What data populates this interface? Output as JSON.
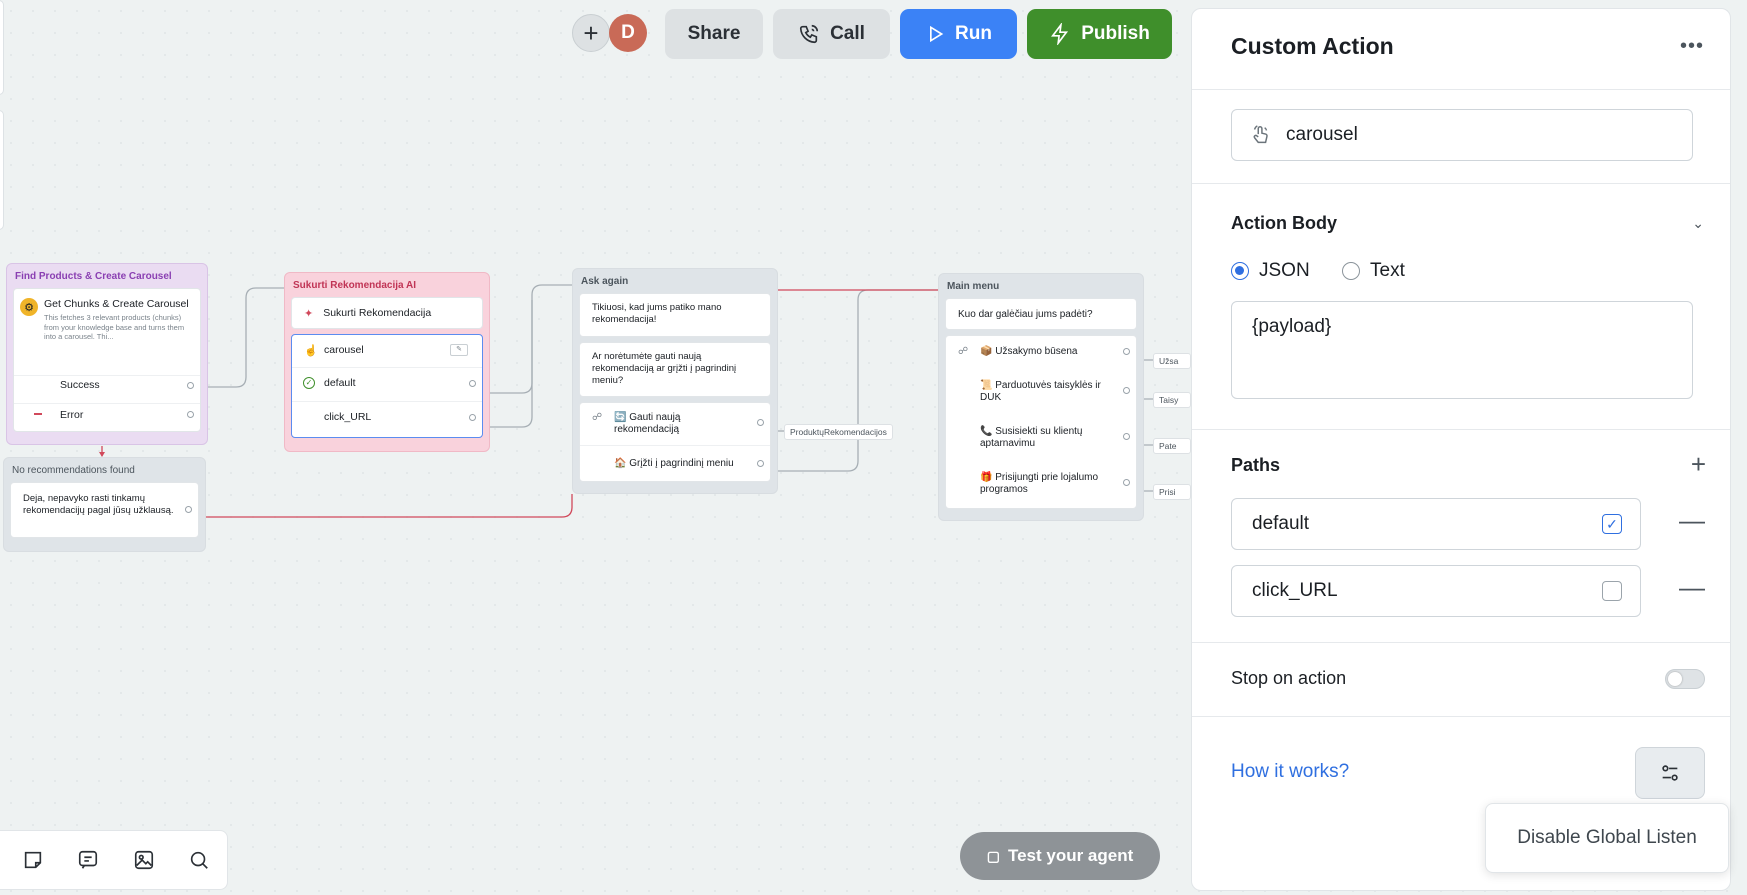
{
  "topbar": {
    "add_label": "+",
    "avatar_initial": "D",
    "share_label": "Share",
    "call_label": "Call",
    "run_label": "Run",
    "publish_label": "Publish"
  },
  "canvas": {
    "find_products": {
      "title": "Find Products & Create Carousel",
      "step_title": "Get Chunks & Create Carousel",
      "step_desc": "This fetches 3 relevant products (chunks) from your knowledge base and turns them into a carousel. Thi...",
      "success_label": "Success",
      "error_label": "Error"
    },
    "sukurti": {
      "title": "Sukurti Rekomendacija AI",
      "step_label": "Sukurti Rekomendacija",
      "carousel_label": "carousel",
      "default_label": "default",
      "click_url_label": "click_URL"
    },
    "ask_again": {
      "title": "Ask again",
      "msg1": "Tikiuosi, kad jums patiko mano rekomendacija!",
      "msg2": "Ar norėtumėte gauti naują rekomendaciją ar grįžti į pagrindinį meniu?",
      "choice1": "🔄 Gauti naują rekomendaciją",
      "choice2": "🏠 Grįžti į pagrindinį meniu",
      "tag": "ProduktųRekomendacijos"
    },
    "main_menu": {
      "title": "Main menu",
      "msg": "Kuo dar galėčiau jums padėti?",
      "choice1": "📦 Užsakymo būsena",
      "choice2": "📜 Parduotuvės taisyklės ir DUK",
      "choice3": "📞 Susisiekti su klientų aptarnavimu",
      "choice4": "🎁 Prisijungti prie lojalumo programos",
      "tag1": "Užsa",
      "tag2": "Taisy",
      "tag3": "Pate",
      "tag4": "Prisi"
    },
    "no_recs": {
      "title": "No recommendations found",
      "msg": "Deja, nepavyko rasti tinkamų rekomendacijų pagal jūsų užklausą."
    },
    "test_agent_label": "Test your agent"
  },
  "panel": {
    "title": "Custom Action",
    "action_name": "carousel",
    "action_body_label": "Action Body",
    "json_label": "JSON",
    "text_label": "Text",
    "body_value": "{payload}",
    "paths_label": "Paths",
    "paths": [
      {
        "name": "default",
        "checked": true
      },
      {
        "name": "click_URL",
        "checked": false
      }
    ],
    "stop_on_action_label": "Stop on action",
    "how_it_works_label": "How it works?",
    "tooltip_label": "Disable Global Listen"
  },
  "colors": {
    "run": "#3b82f6",
    "publish": "#3f8f2b",
    "link": "#2f6fe0",
    "error_wire": "#d1495b"
  }
}
